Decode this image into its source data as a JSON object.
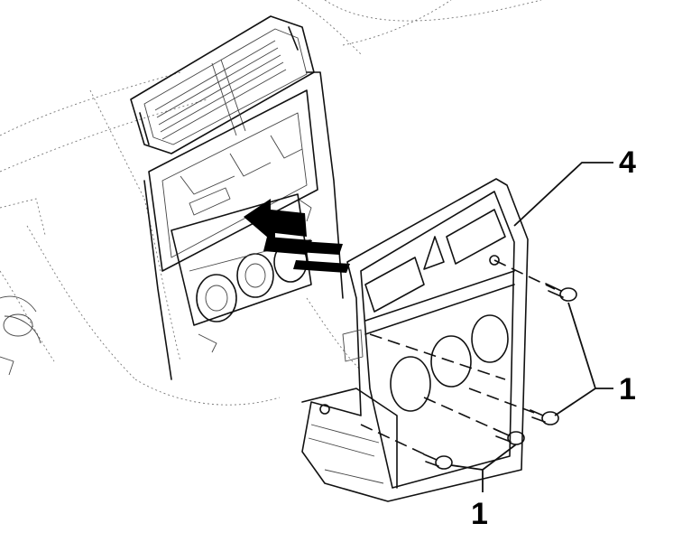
{
  "callouts": {
    "trim_panel": "4",
    "screws_right": "1",
    "screws_bottom": "1"
  },
  "colors": {
    "ink": "#111111",
    "paper": "#ffffff"
  }
}
